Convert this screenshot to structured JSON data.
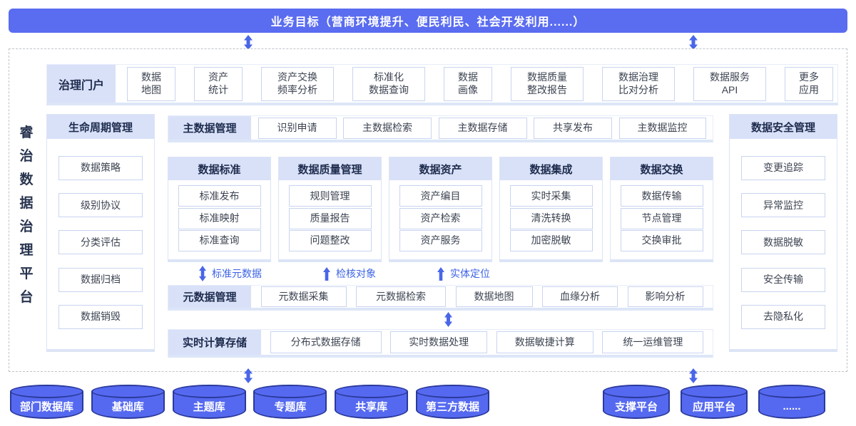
{
  "banner": {
    "title": "业务目标（营商环境提升、便民利民、社会开发利用......）"
  },
  "platform_title": "睿治数据治理平台",
  "portal": {
    "header": "治理门户",
    "items": [
      "数据\n地图",
      "资产\n统计",
      "资产交换\n频率分析",
      "标准化\n数据查询",
      "数据\n画像",
      "数据质量\n整改报告",
      "数据治理\n比对分析",
      "数据服务\nAPI",
      "更多\n应用"
    ]
  },
  "lifecycle": {
    "header": "生命周期管理",
    "items": [
      "数据策略",
      "级别协议",
      "分类评估",
      "数据归档",
      "数据销毁"
    ]
  },
  "master_row": {
    "header": "主数据管理",
    "items": [
      "识别申请",
      "主数据检索",
      "主数据存储",
      "共享发布",
      "主数据监控"
    ]
  },
  "middle_columns": [
    {
      "header": "数据标准",
      "items": [
        "标准发布",
        "标准映射",
        "标准查询"
      ]
    },
    {
      "header": "数据质量管理",
      "items": [
        "规则管理",
        "质量报告",
        "问题整改"
      ]
    },
    {
      "header": "数据资产",
      "items": [
        "资产编目",
        "资产检索",
        "资产服务"
      ]
    },
    {
      "header": "数据集成",
      "items": [
        "实时采集",
        "清洗转换",
        "加密脱敏"
      ]
    },
    {
      "header": "数据交换",
      "items": [
        "数据传输",
        "节点管理",
        "交换审批"
      ]
    }
  ],
  "flow_labels": [
    {
      "label": "标准元数据",
      "arrow": "double"
    },
    {
      "label": "检核对象",
      "arrow": "up"
    },
    {
      "label": "实体定位",
      "arrow": "up"
    }
  ],
  "metadata_row": {
    "header": "元数据管理",
    "items": [
      "元数据采集",
      "元数据检索",
      "数据地图",
      "血缘分析",
      "影响分析"
    ]
  },
  "realtime_row": {
    "header": "实时计算存储",
    "items": [
      "分布式数据存储",
      "实时数据处理",
      "数据敏捷计算",
      "统一运维管理"
    ]
  },
  "security": {
    "header": "数据安全管理",
    "items": [
      "变更追踪",
      "异常监控",
      "数据脱敏",
      "安全传输",
      "去隐私化"
    ]
  },
  "databases": [
    "部门数据库",
    "基础库",
    "主题库",
    "专题库",
    "共享库",
    "第三方数据"
  ],
  "platforms": [
    "支撑平台",
    "应用平台",
    "......"
  ],
  "colors": {
    "banner_blue": "#5a6cf0",
    "arrow_blue": "#4a66e8",
    "flow_label_blue": "#3d63e6",
    "chip_bg": "#d8e1f8",
    "chip_text": "#1e2b4d",
    "box_border": "#c8d4f0",
    "cylinder_fill": "#5569f0",
    "cylinder_stroke": "#2b3a9c"
  }
}
